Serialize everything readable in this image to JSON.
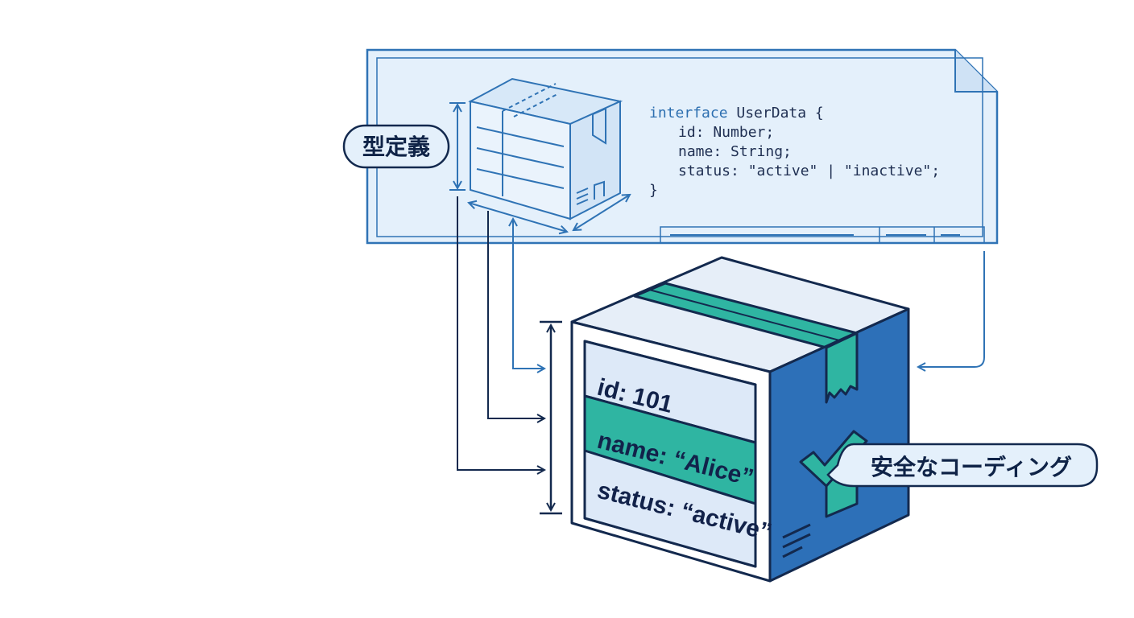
{
  "colors": {
    "navy": "#13294e",
    "blueprint": "#2f73b5",
    "blueprint_fill": "#e4f0fb",
    "teal": "#2fb5a2",
    "box_blue": "#2d70b8",
    "pale": "#dde9f8"
  },
  "labels": {
    "type_definition": "型定義",
    "safe_coding": "安全なコーディング"
  },
  "code": {
    "keyword": "interface",
    "name_open": " UserData {",
    "lines": [
      "id: Number;",
      "name: String;",
      "status: \"active\" | \"inactive\";"
    ],
    "close": "}"
  },
  "box_rows": [
    {
      "text": "id: 101"
    },
    {
      "text": "name: “Alice”"
    },
    {
      "text": "status: “active”"
    }
  ],
  "icons": {
    "check": "check-icon",
    "blueprint_box": "blueprint-box-icon"
  }
}
